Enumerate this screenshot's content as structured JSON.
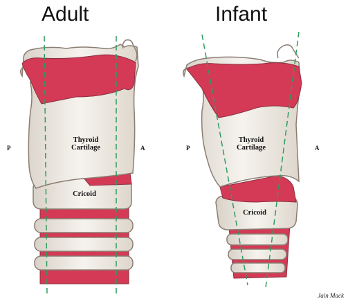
{
  "panels": [
    {
      "title": "Adult",
      "posterior": "P",
      "anterior": "A",
      "thyroid": "Thyroid Cartilage",
      "cricoid": "Cricoid"
    },
    {
      "title": "Infant",
      "posterior": "P",
      "anterior": "A",
      "thyroid": "Thyroid Cartilage",
      "cricoid": "Cricoid"
    }
  ],
  "signature": "Jain Mack",
  "colors": {
    "cartilage": "#f2eee8",
    "outline": "#8a7d72",
    "tissue": "#d43a55",
    "guide": "#2e9c5e"
  }
}
